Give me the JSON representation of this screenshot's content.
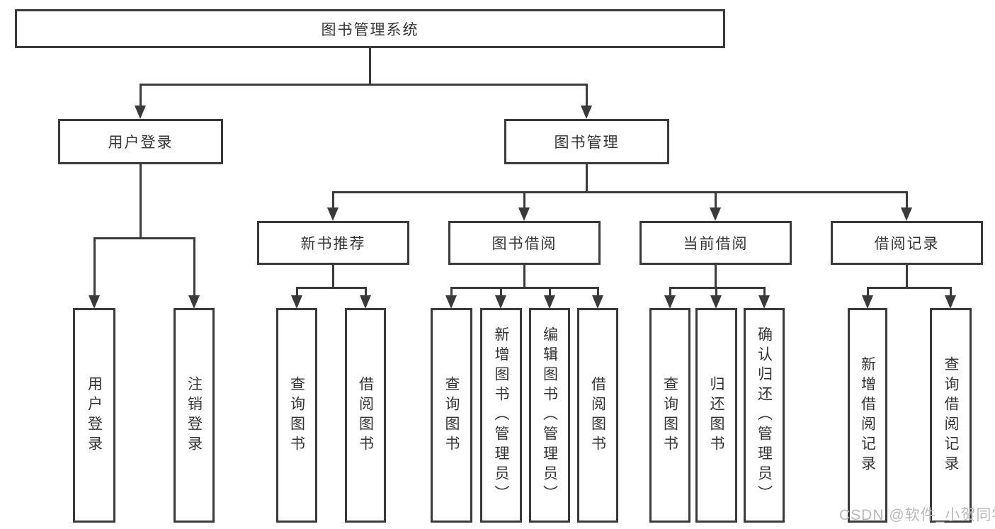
{
  "diagram": {
    "nodes": {
      "root": "图书管理系统",
      "user_login": "用户登录",
      "book_mgmt": "图书管理",
      "new_books": "新书推荐",
      "book_borrow": "图书借阅",
      "current_borrow": "当前借阅",
      "borrow_records": "借阅记录",
      "leaf_user_login": "用户登录",
      "leaf_logout": "注销登录",
      "leaf_nb_query": "查询图书",
      "leaf_nb_borrow": "借阅图书",
      "leaf_bb_query": "查询图书",
      "leaf_bb_add": "新增图书（管理员）",
      "leaf_bb_edit": "编辑图书（管理员）",
      "leaf_bb_borrow": "借阅图书",
      "leaf_cb_query": "查询图书",
      "leaf_cb_return": "归还图书",
      "leaf_cb_confirm": "确认归还（管理员）",
      "leaf_br_add": "新增借阅记录",
      "leaf_br_query": "查询借阅记录"
    },
    "watermark": "CSDN @软件_小贺同学",
    "colors": {
      "line": "#3a3a3a",
      "text": "#333333",
      "background": "#ffffff",
      "watermark": "#b9b9b9"
    }
  }
}
